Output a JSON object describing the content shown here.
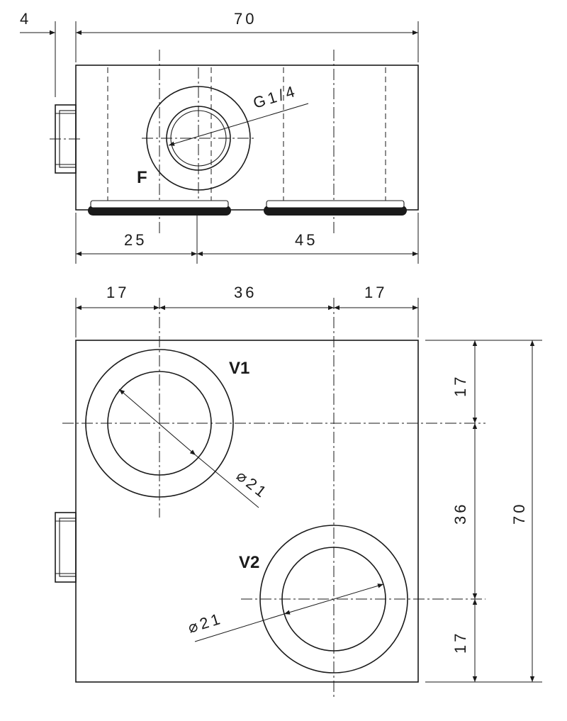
{
  "top_view": {
    "dim_left": "4",
    "dim_total": "70",
    "dim_left_lower": "25",
    "dim_right_lower": "45",
    "port_thread": "G1/4",
    "port_label": "F"
  },
  "bottom_view": {
    "dim_top_left": "17",
    "dim_top_middle": "36",
    "dim_top_right": "17",
    "dim_right_top": "17",
    "dim_right_middle": "36",
    "dim_right_bottom": "17",
    "dim_right_total": "70",
    "port1_label": "V1",
    "port1_diameter": "⌀21",
    "port2_label": "V2",
    "port2_diameter": "⌀21"
  },
  "colors": {
    "line": "#1a1a1a",
    "background": "#ffffff"
  }
}
